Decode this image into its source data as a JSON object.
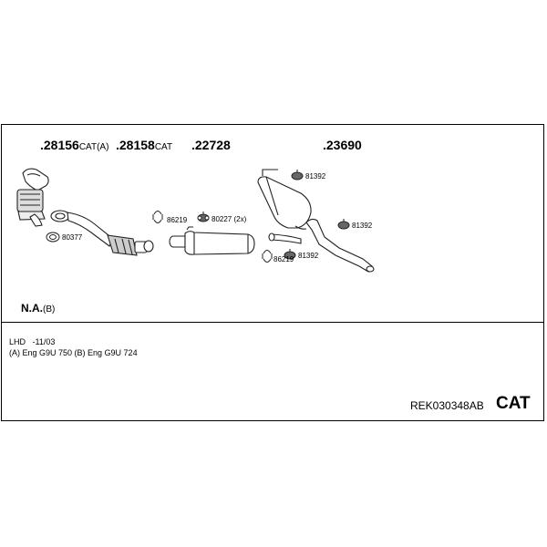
{
  "header": {
    "parts": [
      {
        "number": ".28156",
        "suffix": "CAT(A)"
      },
      {
        "number": ".28158",
        "suffix": "CAT"
      },
      {
        "number": ".22728",
        "suffix": ""
      },
      {
        "number": ".23690",
        "suffix": ""
      }
    ]
  },
  "callouts": {
    "c80377": "80377",
    "c86219_a": "86219",
    "c80227": "80227 (2x)",
    "c81392_top": "81392",
    "c81392_right": "81392",
    "c81392_bottom": "81392",
    "c86219_b": "86219"
  },
  "variant": {
    "label": "N.A.",
    "suffix": "(B)"
  },
  "info": {
    "line1": "LHD   -11/03",
    "line2": "(A) Eng G9U 750 (B) Eng G9U 724"
  },
  "footer": {
    "code": "REK030348AB",
    "badge": "CAT"
  },
  "icons": [
    "exhaust-manifold-catalyst-icon",
    "front-pipe-catalyst-icon",
    "gasket-icon",
    "rubber-mount-icon",
    "clamp-icon",
    "middle-silencer-icon",
    "rear-silencer-icon"
  ]
}
